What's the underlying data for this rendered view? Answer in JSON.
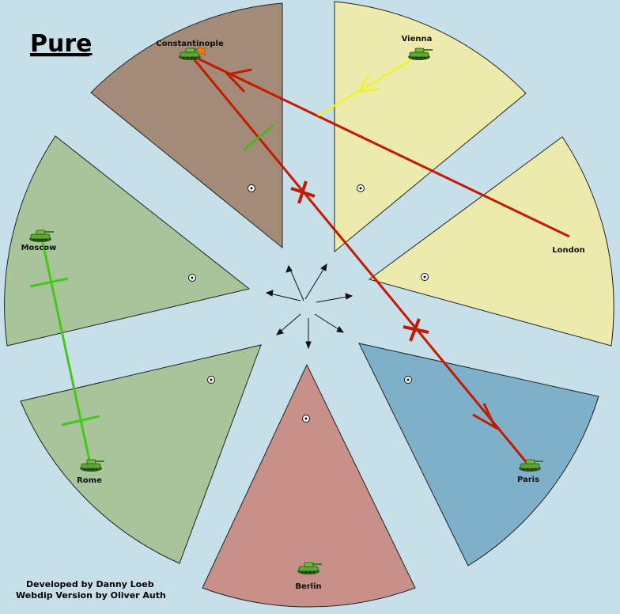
{
  "map": {
    "title": "Pure",
    "credits": [
      "Developed by Danny Loeb",
      "Webdip Version by Oliver Auth"
    ]
  },
  "territories": [
    {
      "id": "constantinople",
      "name": "Constantinople",
      "color": "#a48b78",
      "unit": "army"
    },
    {
      "id": "vienna",
      "name": "Vienna",
      "color": "#ecebad",
      "unit": "army"
    },
    {
      "id": "london",
      "name": "London",
      "color": "#ecebad",
      "unit": "none"
    },
    {
      "id": "paris",
      "name": "Paris",
      "color": "#7eb1c9",
      "unit": "army"
    },
    {
      "id": "berlin",
      "name": "Berlin",
      "color": "#c79089",
      "unit": "army"
    },
    {
      "id": "rome",
      "name": "Rome",
      "color": "#a7c49a",
      "unit": "army"
    },
    {
      "id": "moscow",
      "name": "Moscow",
      "color": "#a7c49a",
      "unit": "army"
    }
  ],
  "orders": [
    {
      "id": "london-to-constantinople",
      "kind": "move",
      "color": "#c41a00",
      "result": "success"
    },
    {
      "id": "constantinople-to-paris",
      "kind": "move",
      "color": "#c41a00",
      "result": "dislodged"
    },
    {
      "id": "vienna-support-constantinople",
      "kind": "support",
      "color": "#f2f22a"
    },
    {
      "id": "constantinople-hold",
      "kind": "hold",
      "color": "#46b81a"
    },
    {
      "id": "moscow-rome-support",
      "kind": "support-hold",
      "color": "#46c81a"
    }
  ],
  "colors": {
    "sea": "#c6dfe9",
    "army_green": "#4f9a2c",
    "move_red": "#c41a00"
  }
}
